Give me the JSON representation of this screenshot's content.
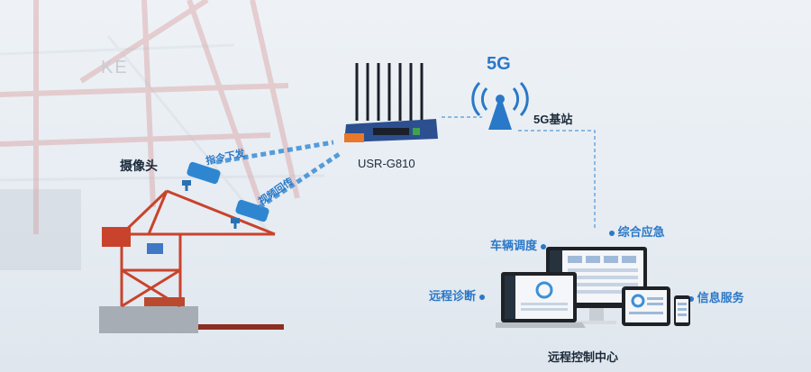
{
  "labels": {
    "camera": "摄像头",
    "command_down": "指令下发",
    "video_back": "视频回传",
    "router_model": "USR-G810",
    "fiveg_text": "5G",
    "base_station": "5G基站",
    "vehicle_dispatch": "车辆调度",
    "emergency": "综合应急",
    "remote_diagnosis": "远程诊断",
    "info_service": "信息服务",
    "control_center": "远程控制中心",
    "watermark": "KE"
  },
  "colors": {
    "accent_blue": "#2a78c8",
    "router_blue": "#2c4f8f",
    "router_orange": "#e8782a",
    "crane_red": "#c9432c",
    "background": "#eef2f6"
  }
}
